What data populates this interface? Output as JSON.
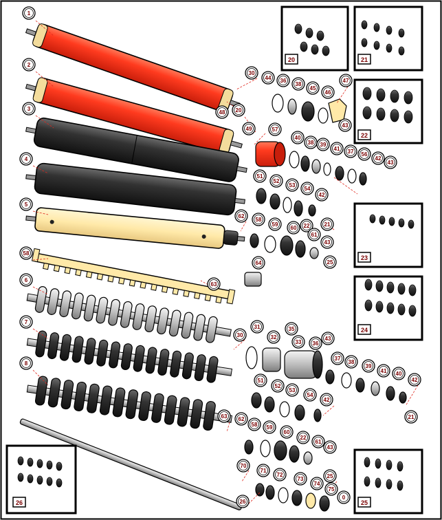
{
  "callouts": [
    {
      "n": "1"
    },
    {
      "n": "2"
    },
    {
      "n": "3"
    },
    {
      "n": "4"
    },
    {
      "n": "5"
    },
    {
      "n": "58"
    },
    {
      "n": "6"
    },
    {
      "n": "7"
    },
    {
      "n": "8"
    },
    {
      "n": "30"
    },
    {
      "n": "44"
    },
    {
      "n": "36"
    },
    {
      "n": "38"
    },
    {
      "n": "45"
    },
    {
      "n": "46"
    },
    {
      "n": "47"
    },
    {
      "n": "48"
    },
    {
      "n": "20"
    },
    {
      "n": "49"
    },
    {
      "n": "57"
    },
    {
      "n": "40"
    },
    {
      "n": "38"
    },
    {
      "n": "39"
    },
    {
      "n": "41"
    },
    {
      "n": "37"
    },
    {
      "n": "56"
    },
    {
      "n": "42"
    },
    {
      "n": "43"
    },
    {
      "n": "43"
    },
    {
      "n": "51"
    },
    {
      "n": "52"
    },
    {
      "n": "53"
    },
    {
      "n": "54"
    },
    {
      "n": "42"
    },
    {
      "n": "21"
    },
    {
      "n": "62"
    },
    {
      "n": "58"
    },
    {
      "n": "59"
    },
    {
      "n": "60"
    },
    {
      "n": "22"
    },
    {
      "n": "61"
    },
    {
      "n": "43"
    },
    {
      "n": "25"
    },
    {
      "n": "64"
    },
    {
      "n": "63"
    },
    {
      "n": "30"
    },
    {
      "n": "31"
    },
    {
      "n": "32"
    },
    {
      "n": "35"
    },
    {
      "n": "33"
    },
    {
      "n": "36"
    },
    {
      "n": "43"
    },
    {
      "n": "37"
    },
    {
      "n": "38"
    },
    {
      "n": "39"
    },
    {
      "n": "41"
    },
    {
      "n": "40"
    },
    {
      "n": "42"
    },
    {
      "n": "21"
    },
    {
      "n": "51"
    },
    {
      "n": "52"
    },
    {
      "n": "53"
    },
    {
      "n": "54"
    },
    {
      "n": "42"
    },
    {
      "n": "63"
    },
    {
      "n": "62"
    },
    {
      "n": "58"
    },
    {
      "n": "59"
    },
    {
      "n": "60"
    },
    {
      "n": "22"
    },
    {
      "n": "61"
    },
    {
      "n": "43"
    },
    {
      "n": "70"
    },
    {
      "n": "71"
    },
    {
      "n": "72"
    },
    {
      "n": "73"
    },
    {
      "n": "74"
    },
    {
      "n": "25"
    },
    {
      "n": "75"
    },
    {
      "n": "0"
    },
    {
      "n": "26"
    }
  ],
  "insets": [
    {
      "n": "20"
    },
    {
      "n": "21"
    },
    {
      "n": "22"
    },
    {
      "n": "23"
    },
    {
      "n": "24"
    },
    {
      "n": "26"
    },
    {
      "n": "25"
    }
  ],
  "colors": {
    "roller_red": "#ff3b1f",
    "roller_dark": "#2b2b2b",
    "roller_cream": "#ffe9a8",
    "ring_gray": "#cfcfcf",
    "badge_fill": "#7a0000",
    "leader": "#e0261c"
  }
}
